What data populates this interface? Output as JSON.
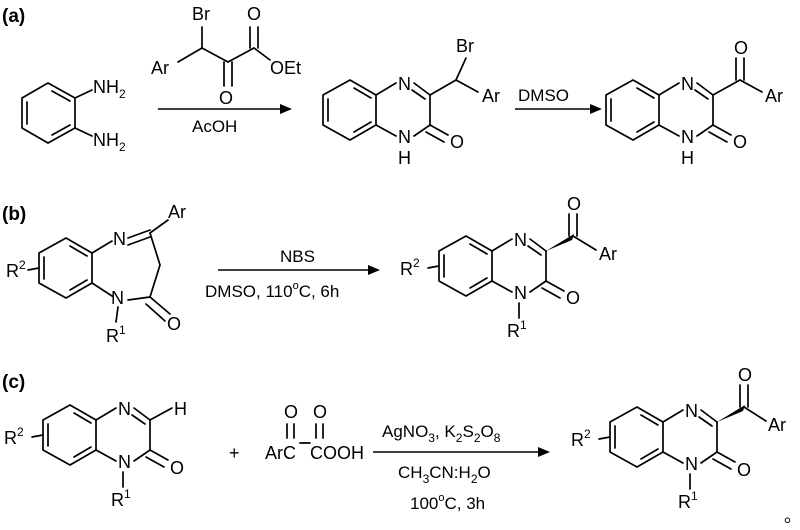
{
  "panels": {
    "a": {
      "label": "(a)",
      "reactant1": {
        "amine_top": "NH",
        "amine_bottom": "NH",
        "sub": "2"
      },
      "reactant2": {
        "br": "Br",
        "ar": "Ar",
        "o_keto": "O",
        "o_ester": "O",
        "oet": "OEt"
      },
      "arrow1_below": "AcOH",
      "intermediate": {
        "n_top": "N",
        "n_bottom": "N",
        "h": "H",
        "o": "O",
        "br": "Br",
        "ar": "Ar"
      },
      "arrow2_above": "DMSO",
      "product": {
        "n_top": "N",
        "n_bottom": "N",
        "h": "H",
        "o_ring": "O",
        "o_acyl": "O",
        "ar": "Ar"
      }
    },
    "b": {
      "label": "(b)",
      "reactant": {
        "n_top": "N",
        "n_bottom": "N",
        "ar": "Ar",
        "o": "O",
        "r2": "R",
        "r2_sup": "2",
        "r1": "R",
        "r1_sup": "1"
      },
      "arrow_above": "NBS",
      "arrow_below": "DMSO, 110",
      "arrow_below_sup": "o",
      "arrow_below_tail": "C, 6h",
      "product": {
        "n_top": "N",
        "n_bottom": "N",
        "o_ring": "O",
        "o_acyl": "O",
        "ar": "Ar",
        "r2": "R",
        "r2_sup": "2",
        "r1": "R",
        "r1_sup": "1"
      }
    },
    "c": {
      "label": "(c)",
      "reactant1": {
        "n_top": "N",
        "n_bottom": "N",
        "h": "H",
        "o": "O",
        "r2": "R",
        "r2_sup": "2",
        "r1": "R",
        "r1_sup": "1"
      },
      "plus": "+",
      "reactant2": {
        "o1": "O",
        "o2": "O",
        "arc": "ArC",
        "cooh": "COOH"
      },
      "arrow_above_a": "AgNO",
      "arrow_above_a_sub": "3",
      "arrow_above_b": ", K",
      "arrow_above_b_sub": "2",
      "arrow_above_c": "S",
      "arrow_above_c_sub": "2",
      "arrow_above_d": "O",
      "arrow_above_d_sub": "8",
      "arrow_mid_a": "CH",
      "arrow_mid_a_sub": "3",
      "arrow_mid_b": "CN:H",
      "arrow_mid_b_sub": "2",
      "arrow_mid_c": "O",
      "arrow_below": "100",
      "arrow_below_sup": "o",
      "arrow_below_tail": "C, 3h",
      "product": {
        "n_top": "N",
        "n_bottom": "N",
        "o_ring": "O",
        "o_acyl": "O",
        "ar": "Ar",
        "r2": "R",
        "r2_sup": "2",
        "r1": "R",
        "r1_sup": "1"
      },
      "end_mark": "。"
    }
  }
}
